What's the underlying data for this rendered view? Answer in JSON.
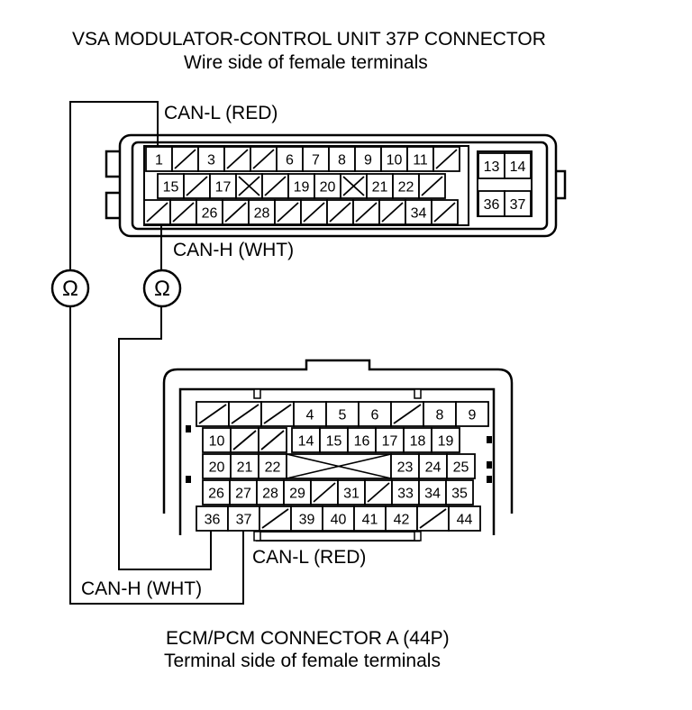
{
  "vsa": {
    "title": "VSA MODULATOR-CONTROL UNIT 37P CONNECTOR",
    "subtitle": "Wire side of female terminals",
    "rows": [
      [
        "1",
        "/",
        "3",
        "/",
        "/",
        "6",
        "7",
        "8",
        "9",
        "10",
        "11",
        "/"
      ],
      [
        "15",
        "/",
        "17",
        "x",
        "/",
        "19",
        "20",
        "x",
        "21",
        "22",
        "/"
      ],
      [
        "/",
        "/",
        "26",
        "/",
        "28",
        "/",
        "/",
        "/",
        "/",
        "/",
        "34",
        "/"
      ]
    ],
    "side": [
      "13",
      "14",
      "36",
      "37"
    ]
  },
  "ecm": {
    "title": "ECM/PCM CONNECTOR A (44P)",
    "subtitle": "Terminal side of female terminals",
    "rows": [
      [
        "/",
        "/",
        "/",
        "4",
        "5",
        "6",
        "/",
        "8",
        "9"
      ],
      [
        "10",
        "/",
        "/",
        "14",
        "15",
        "16",
        "17",
        "18",
        "19"
      ],
      [
        "20",
        "21",
        "22",
        "23",
        "24",
        "25"
      ],
      [
        "26",
        "27",
        "28",
        "29",
        "/",
        "31",
        "/",
        "33",
        "34",
        "35"
      ],
      [
        "36",
        "37",
        "/",
        "39",
        "40",
        "41",
        "42",
        "/",
        "44"
      ]
    ]
  },
  "labels": {
    "canl_top": "CAN-L (RED)",
    "canh_top": "CAN-H (WHT)",
    "canl_bottom": "CAN-L (RED)",
    "canh_bottom": "CAN-H (WHT)",
    "ohm_symbol": "Ω"
  }
}
